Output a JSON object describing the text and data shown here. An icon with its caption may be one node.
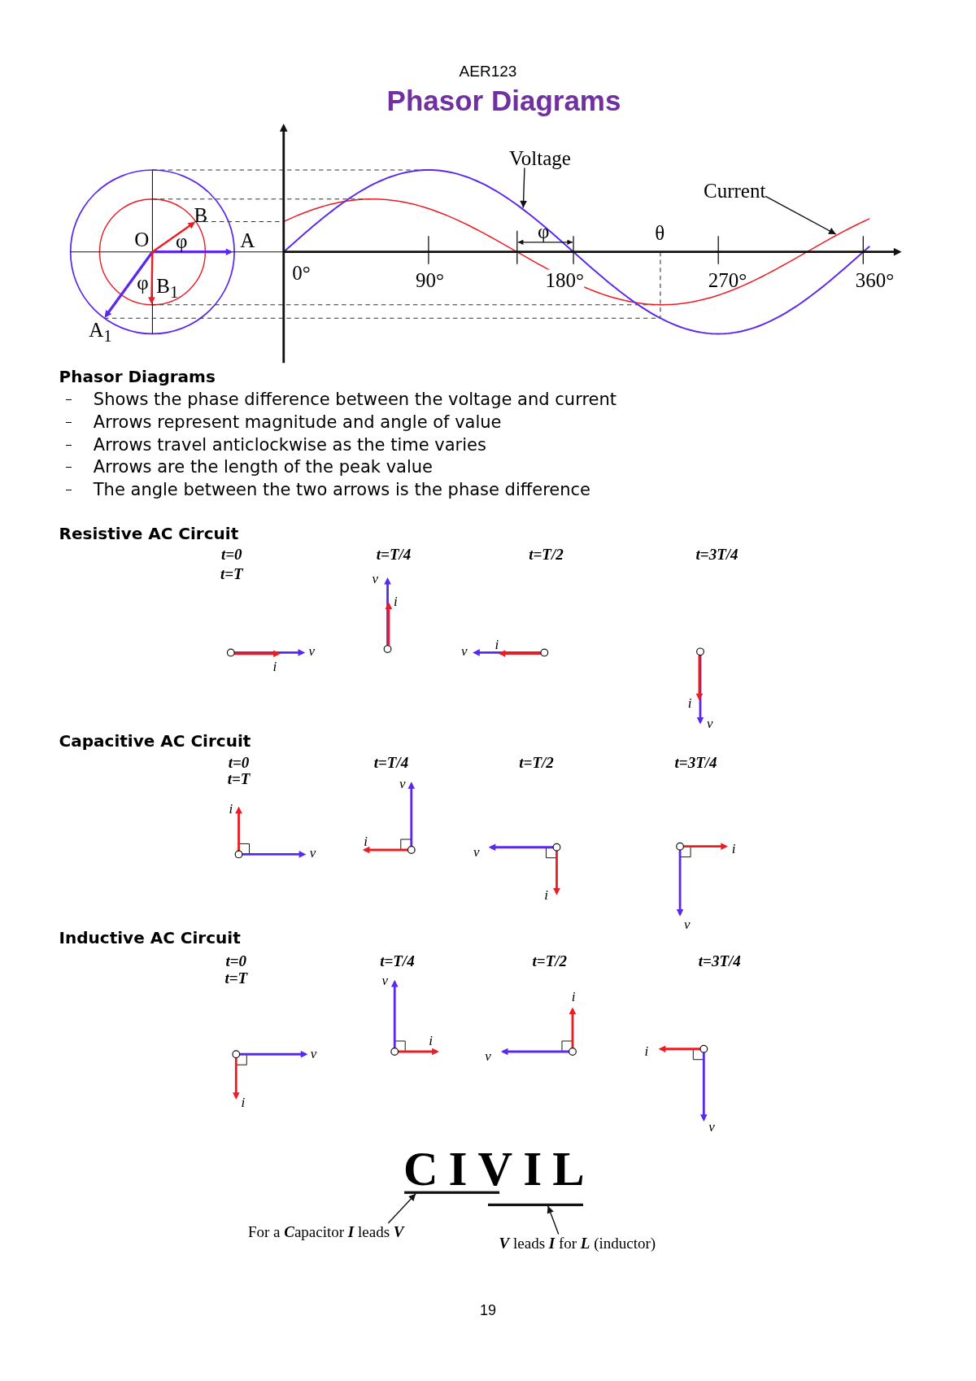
{
  "diagram": {
    "title": "Phasor Diagrams",
    "nodes": [
      {
        "text": [
          "Voltage"
        ]
      },
      {
        "text": [
          "Current"
        ]
      },
      {
        "text": [],
        "shape": "bar"
      },
      {
        "text": [],
        "shape": "bar"
      },
      {
        "text": [
          "For a **C**apacitor **I** leads **V**"
        ]
      },
      {
        "text": [
          "**V** leads **I** for **L** (inductor)"
        ]
      }
    ],
    "edges": [
      {
        "from": 0,
        "to": null,
        "arrow": "to"
      },
      {
        "from": 1,
        "to": null,
        "arrow": "to"
      },
      {
        "from": 4,
        "to": 2,
        "arrow": "to"
      },
      {
        "from": 5,
        "to": 3,
        "arrow": "to"
      }
    ],
    "labels": [
      "AER123",
      "B",
      "θ",
      "φ",
      "O",
      "φ",
      "A",
      "0°",
      "90°",
      "180°",
      "270°",
      "360°",
      "φ",
      "B$_{1}$",
      "A$_{1}$",
      "Phasor Diagrams",
      "Shows the phase difference between the voltage and current",
      "Arrows represent magnitude and angle of value",
      "Arrows travel anticlockwise as the time varies",
      "Arrows are the length of the peak value",
      "The angle between the two arrows is the phase difference",
      "Resistive AC Circuit",
      "t=0",
      "t=T",
      "v",
      "i",
      "t=T/4",
      "v",
      "i",
      "t=T/2",
      "i",
      "v",
      "t=3T/4",
      "i",
      "v",
      "Capacitive AC Circuit",
      "t=0",
      "t=T",
      "i",
      "v",
      "t=T/4",
      "v",
      "i",
      "t=T/2",
      "v",
      "i",
      "t=3T/4",
      "i",
      "v",
      "Inductive AC Circuit",
      "t=0",
      "t=T",
      "v",
      "i",
      "t=T/4",
      "v",
      "i",
      "t=T/2",
      "i",
      "v",
      "t=3T/4",
      "i",
      "v",
      "CIVIL",
      "19"
    ]
  }
}
